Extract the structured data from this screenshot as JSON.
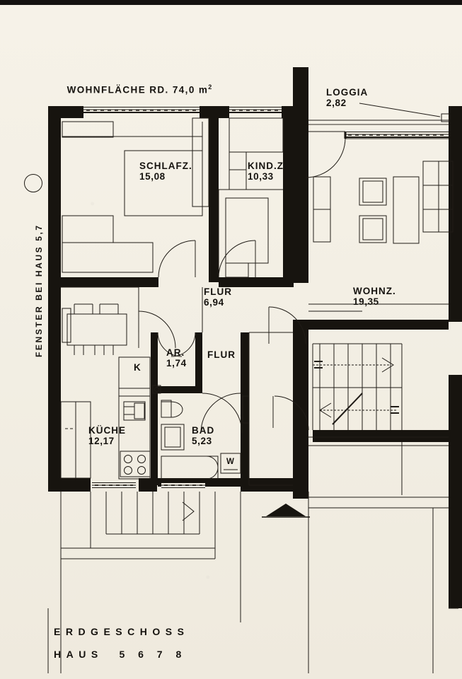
{
  "drawing": {
    "title": "WOHNFLÄCHE RD. 74,0 m",
    "title_sup": "2",
    "side_note": "FENSTER BEI HAUS 5,7",
    "footer_line1": "ERDGESCHOSS",
    "footer_line2": "HAUS  5 6 7 8",
    "paper_color": "#f4f0e5",
    "ink_color": "#17140f"
  },
  "rooms": [
    {
      "key": "schlafz",
      "name": "SCHLAFZ.",
      "area": "15,08"
    },
    {
      "key": "kindz",
      "name": "KIND.Z.",
      "area": "10,33"
    },
    {
      "key": "loggia",
      "name": "LOGGIA",
      "area": "2,82"
    },
    {
      "key": "wohnz",
      "name": "WOHNZ.",
      "area": "19,35"
    },
    {
      "key": "flur1",
      "name": "FLUR",
      "area": "6,94"
    },
    {
      "key": "flur2",
      "name": "FLUR",
      "area": ""
    },
    {
      "key": "ar",
      "name": "AR.",
      "area": "1,74"
    },
    {
      "key": "kueche",
      "name": "KÜCHE",
      "area": "12,17"
    },
    {
      "key": "bad",
      "name": "BAD",
      "area": "5,23"
    },
    {
      "key": "kammer",
      "name": "K",
      "area": ""
    },
    {
      "key": "waschm",
      "name": "W",
      "area": ""
    }
  ],
  "labels": {
    "schlafz_name": "SCHLAFZ.",
    "schlafz_area": "15,08",
    "kindz_name": "KIND.Z.",
    "kindz_area": "10,33",
    "loggia_name": "LOGGIA",
    "loggia_area": "2,82",
    "wohnz_name": "WOHNZ.",
    "wohnz_area": "19,35",
    "flur1_name": "FLUR",
    "flur1_area": "6,94",
    "flur2_name": "FLUR",
    "ar_name": "AR.",
    "ar_area": "1,74",
    "kueche_name": "KÜCHE",
    "kueche_area": "12,17",
    "bad_name": "BAD",
    "bad_area": "5,23",
    "kammer_name": "K",
    "washer_name": "W"
  }
}
